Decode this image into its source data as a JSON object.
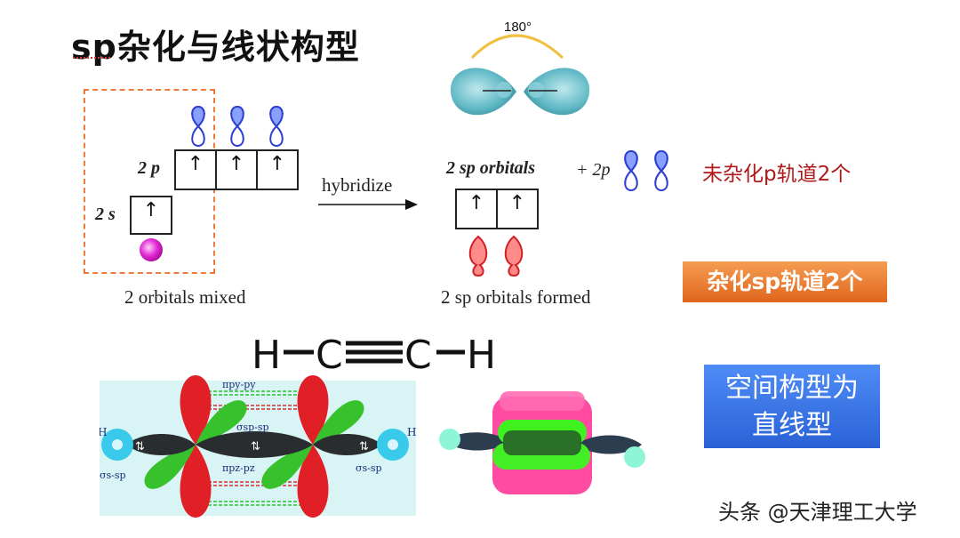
{
  "slide": {
    "title": "sp杂化与线状构型",
    "angle_label": "180°",
    "diagram": {
      "label_2p": "2 p",
      "label_2s": "2 s",
      "arrow_up": "↑",
      "hybridize": "hybridize",
      "sp_orbitals_label": "2 sp orbitals",
      "plus_2p": "+ 2p",
      "mixed_caption": "2 orbitals mixed",
      "formed_caption": "2 sp orbitals formed"
    },
    "unhybridized_note": "未杂化p轨道2个",
    "hybrid_note": "杂化sp轨道2个",
    "formula": {
      "h1": "H",
      "c1": "C",
      "c2": "C",
      "h2": "H"
    },
    "geometry_note_line1": "空间构型为",
    "geometry_note_line2": "直线型",
    "bond_diagram": {
      "pi_top": "πpy-py",
      "sigma_middle": "σsp-sp",
      "pi_bottom": "πpz-pz",
      "sigma_left": "σs-sp",
      "sigma_right": "σs-sp",
      "h_left": "H",
      "h_right": "H",
      "pair_symbol": "⇅"
    },
    "watermark": "头条 @天津理工大学"
  },
  "colors": {
    "red_text": "#b01a1a",
    "orange_box": "#e87a2e",
    "blue_box": "#3a75e8",
    "orbital_teal": "#5fb8c4",
    "p_orbital_blue": "#3a4fd8",
    "sp_orbital_red": "#e0484a",
    "s_orbital_pink": "#e22ad6"
  }
}
